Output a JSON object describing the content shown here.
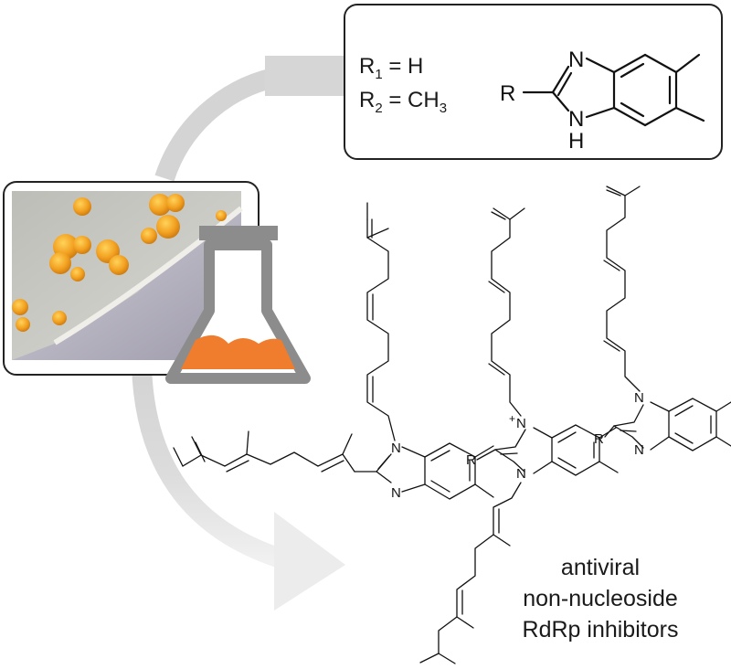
{
  "info_box": {
    "r1_sym": "R",
    "r1_sub": "1",
    "r1_value": " = H",
    "r2_sym": "R",
    "r2_sub": "2",
    "r2_value": " = CH",
    "r2_value_sub": "3",
    "core_R": "R",
    "core_N_top": "N",
    "core_N_bottom": "N",
    "core_H": "H"
  },
  "molecules": {
    "atom_N": "N",
    "atom_R": "R",
    "charge": "+"
  },
  "caption": {
    "line1": "antiviral",
    "line2": "non-nucleoside",
    "line3": "RdRp inhibitors"
  },
  "colors": {
    "arrow": "#d6d6d6",
    "flask": "#8c8c8c",
    "liquid": "#ef7d2d",
    "colony": "#f2a020",
    "agar": "#c9c9c9"
  }
}
